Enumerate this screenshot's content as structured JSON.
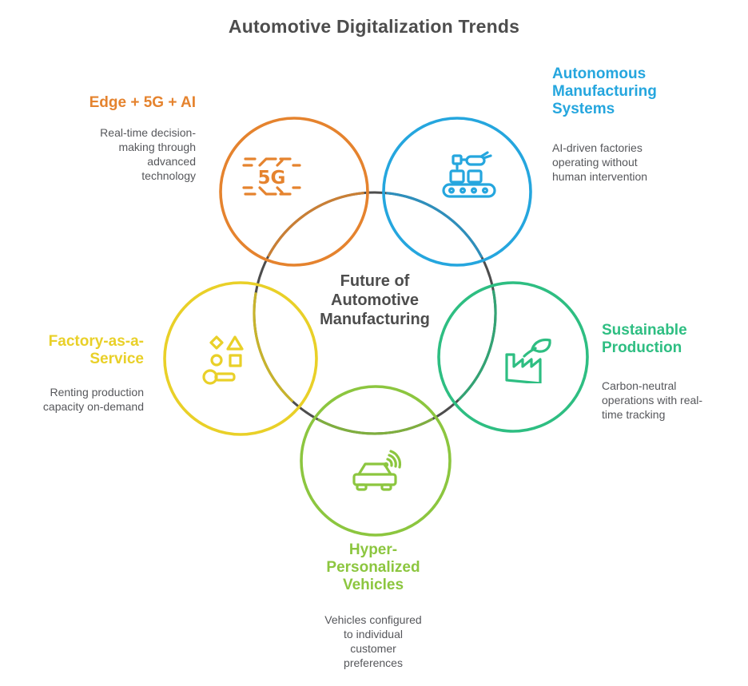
{
  "title": "Automotive Digitalization Trends",
  "center_label": "Future of\nAutomotive\nManufacturing",
  "colors": {
    "title_text": "#4D4D4D",
    "description_text": "#56575B",
    "connector_ring": "#4D4D4D",
    "orange": "#E5832E",
    "blue": "#25A6DE",
    "green": "#2EBE82",
    "lime": "#8CC63F",
    "yellow": "#E9D028"
  },
  "sections": [
    {
      "id": "edge-5g-ai",
      "heading": "Edge + 5G + AI",
      "description": "Real-time decision-\nmaking through\nadvanced\ntechnology",
      "color": "#E5832E",
      "icon": "5g-circuit-icon"
    },
    {
      "id": "autonomous-manufacturing-systems",
      "heading": "Autonomous\nManufacturing\nSystems",
      "description": "AI-driven factories\noperating without\nhuman intervention",
      "color": "#25A6DE",
      "icon": "robotic-conveyor-icon"
    },
    {
      "id": "sustainable-production",
      "heading": "Sustainable\nProduction",
      "description": "Carbon-neutral\noperations with real-\ntime tracking",
      "color": "#2EBE82",
      "icon": "eco-factory-icon"
    },
    {
      "id": "hyper-personalized-vehicles",
      "heading": "Hyper-\nPersonalized\nVehicles",
      "description": "Vehicles configured\nto individual\ncustomer\npreferences",
      "color": "#8CC63F",
      "icon": "connected-car-icon"
    },
    {
      "id": "factory-as-a-service",
      "heading": "Factory-as-a-\nService",
      "description": "Renting production\ncapacity on-demand",
      "color": "#E9D028",
      "icon": "tools-wrench-icon"
    }
  ]
}
